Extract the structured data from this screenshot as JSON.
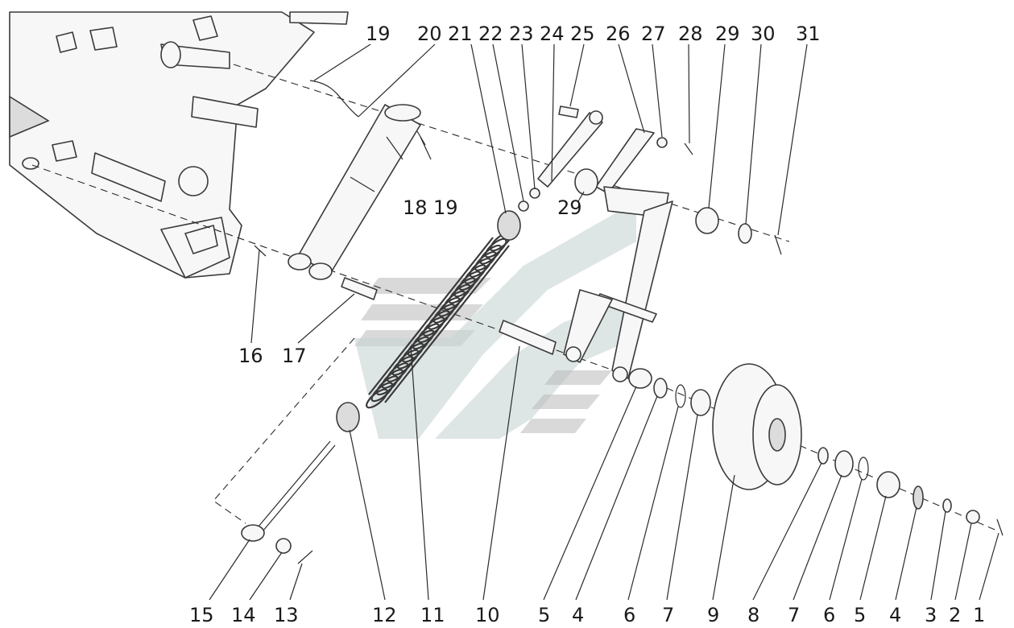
{
  "labels_top": [
    {
      "key": "lbl-19a",
      "text": "19"
    },
    {
      "key": "lbl-20",
      "text": "20"
    },
    {
      "key": "lbl-21",
      "text": "21"
    },
    {
      "key": "lbl-22",
      "text": "22"
    },
    {
      "key": "lbl-23",
      "text": "23"
    },
    {
      "key": "lbl-24",
      "text": "24"
    },
    {
      "key": "lbl-25",
      "text": "25"
    },
    {
      "key": "lbl-26",
      "text": "26"
    },
    {
      "key": "lbl-27",
      "text": "27"
    },
    {
      "key": "lbl-28",
      "text": "28"
    },
    {
      "key": "lbl-29a",
      "text": "29"
    },
    {
      "key": "lbl-30",
      "text": "30"
    },
    {
      "key": "lbl-31",
      "text": "31"
    }
  ],
  "labels_mid": [
    {
      "key": "lbl-18",
      "text": "18"
    },
    {
      "key": "lbl-19b",
      "text": "19"
    },
    {
      "key": "lbl-29b",
      "text": "29"
    },
    {
      "key": "lbl-16",
      "text": "16"
    },
    {
      "key": "lbl-17",
      "text": "17"
    }
  ],
  "labels_bottom": [
    {
      "key": "lbl-15",
      "text": "15"
    },
    {
      "key": "lbl-14",
      "text": "14"
    },
    {
      "key": "lbl-13",
      "text": "13"
    },
    {
      "key": "lbl-12",
      "text": "12"
    },
    {
      "key": "lbl-11",
      "text": "11"
    },
    {
      "key": "lbl-10",
      "text": "10"
    },
    {
      "key": "lbl-5a",
      "text": "5"
    },
    {
      "key": "lbl-4a",
      "text": "4"
    },
    {
      "key": "lbl-6a",
      "text": "6"
    },
    {
      "key": "lbl-7a",
      "text": "7"
    },
    {
      "key": "lbl-9",
      "text": "9"
    },
    {
      "key": "lbl-8",
      "text": "8"
    },
    {
      "key": "lbl-7b",
      "text": "7"
    },
    {
      "key": "lbl-6b",
      "text": "6"
    },
    {
      "key": "lbl-5b",
      "text": "5"
    },
    {
      "key": "lbl-4b",
      "text": "4"
    },
    {
      "key": "lbl-3",
      "text": "3"
    },
    {
      "key": "lbl-2",
      "text": "2"
    },
    {
      "key": "lbl-1",
      "text": "1"
    }
  ]
}
